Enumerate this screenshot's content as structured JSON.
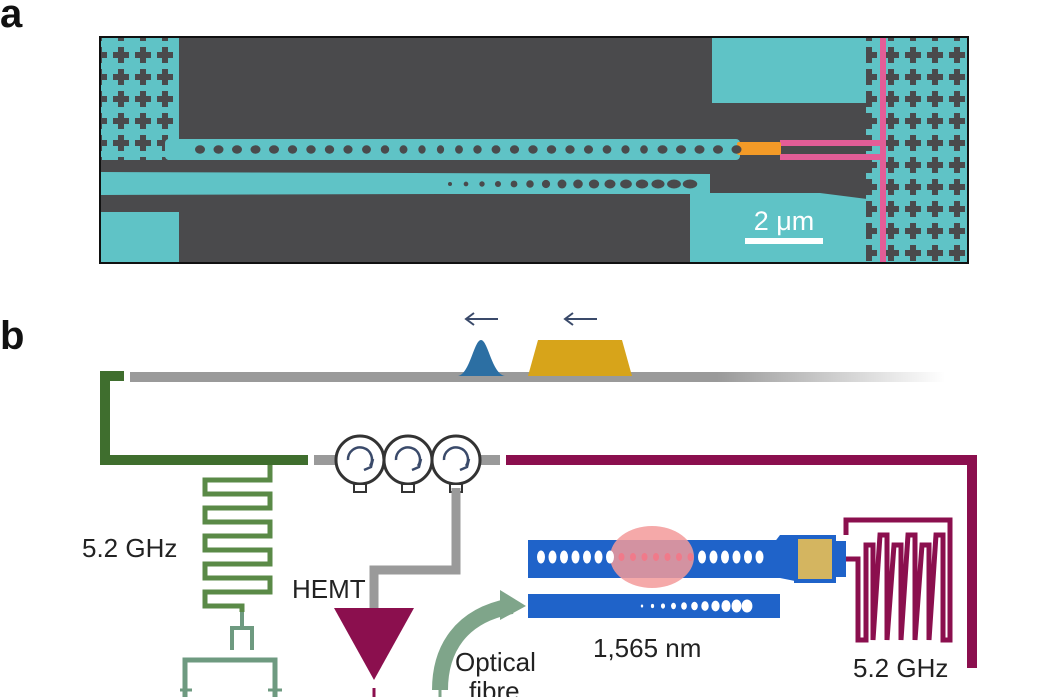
{
  "panels": {
    "a": {
      "label": "a",
      "scale_bar": "2 μm"
    },
    "b": {
      "label": "b",
      "freq_left": "5.2 GHz",
      "freq_right": "5.2 GHz",
      "hemt": "HEMT",
      "wavelength": "1,565 nm",
      "optical_line1": "Optical",
      "optical_line2": "fibre"
    }
  },
  "colors": {
    "sem_background": "#4a4a4c",
    "sem_cyan": "#5fc3c6",
    "sem_pink": "#e35d97",
    "sem_orange": "#f39a27",
    "green_line": "#3f6e2e",
    "green_resonator": "#5a8a47",
    "gray_line": "#9a9a9a",
    "maroon": "#8b0f4e",
    "blue_pulse": "#2c6fa3",
    "gold_pulse": "#d7a41a",
    "waveguide_blue": "#1f63c9",
    "pink_mode": "#f39a9a",
    "piezo_gold": "#d4b560",
    "fibre_green": "#7fa58a",
    "arrow": "#3a4a6a"
  }
}
